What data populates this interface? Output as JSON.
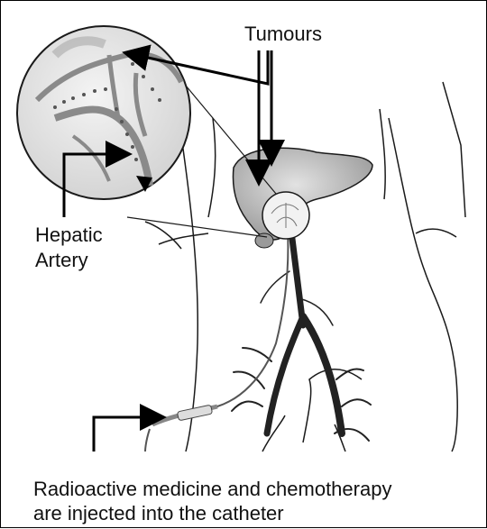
{
  "labels": {
    "tumours": "Tumours",
    "hepatic_artery": "Hepatic\nArtery",
    "caption": "Radioactive medicine and chemotherapy\nare injected into the catheter"
  },
  "colors": {
    "outline": "#1a1a1a",
    "liver_fill": "#c8c8c8",
    "vessel": "#2a2a2a",
    "magnified_bg": "#e9e9e9"
  }
}
